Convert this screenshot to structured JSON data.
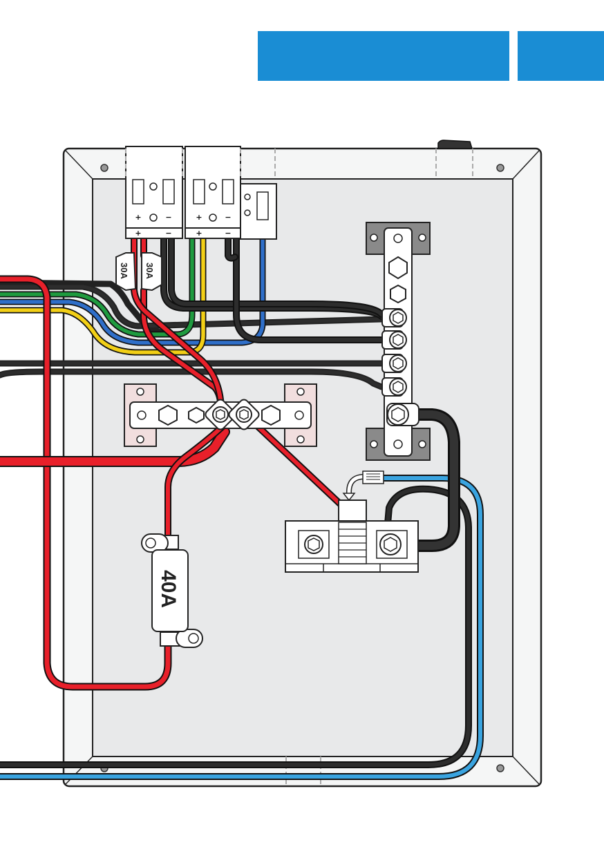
{
  "header": {
    "color": "#1a8dd4"
  },
  "components": {
    "anderson_connector_left": {
      "plus": "+",
      "minus": "−"
    },
    "anderson_connector_right": {
      "plus": "+",
      "minus": "−"
    },
    "inline_fuse_a": {
      "rating": "30A"
    },
    "inline_fuse_b": {
      "rating": "30A"
    },
    "main_fuse": {
      "rating": "40A"
    }
  },
  "wire_colors": {
    "red": "#e8202a",
    "black": "#2a2a2a",
    "green": "#1f9b3f",
    "blue": "#2f6fc9",
    "yellow": "#f2cf16",
    "light_blue": "#3aa4e0"
  },
  "panel": {
    "background": "#e8e9ea",
    "frame": "#f5f6f6"
  }
}
